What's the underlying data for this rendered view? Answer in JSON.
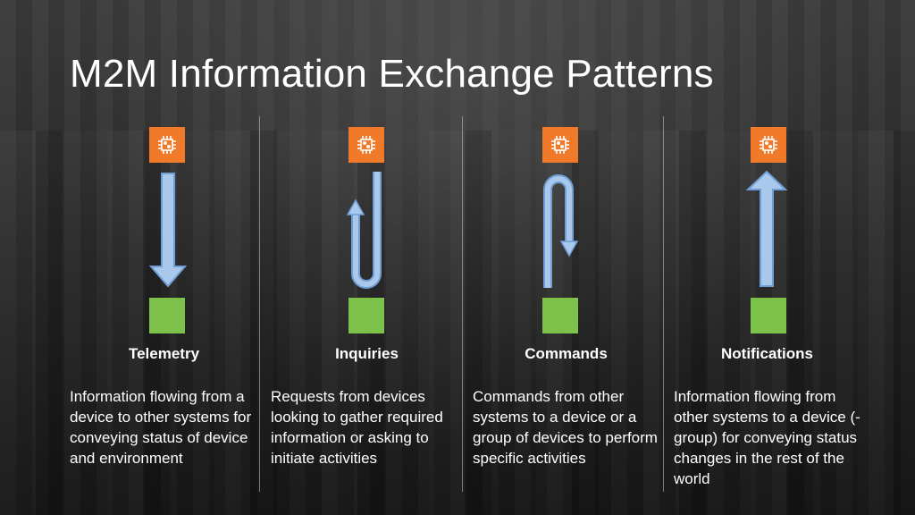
{
  "slide": {
    "title": "M2M Information Exchange Patterns"
  },
  "colors": {
    "chip": "#f07a2a",
    "device": "#7cc24a",
    "arrow_fill": "#a9c8ec",
    "arrow_stroke": "#6f9fd6"
  },
  "patterns": [
    {
      "label": "Telemetry",
      "description": "Information flowing from a device to other systems for conveying status of device and environment",
      "arrow_icon": "down-arrow-icon"
    },
    {
      "label": "Inquiries",
      "description": "Requests from devices looking to gather required information or asking to initiate activities",
      "arrow_icon": "u-turn-up-arrow-icon"
    },
    {
      "label": "Commands",
      "description": "Commands from other systems to a device or a group of devices to perform specific activities",
      "arrow_icon": "u-turn-down-arrow-icon"
    },
    {
      "label": "Notifications",
      "description": "Information flowing from other systems to a device (-group) for conveying status changes in the rest of the world",
      "arrow_icon": "up-arrow-icon"
    }
  ]
}
